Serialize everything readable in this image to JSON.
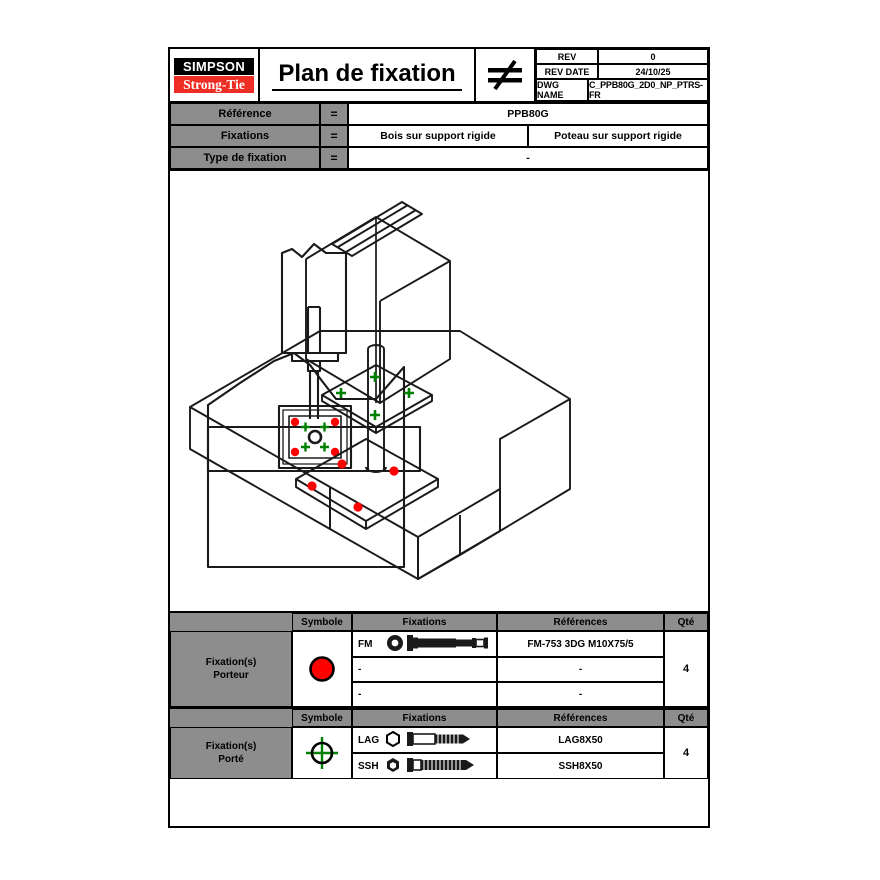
{
  "document": {
    "title": "Plan de fixation",
    "logo": {
      "top": "SIMPSON",
      "bottom": "Strong-Tie",
      "brand_red": "#ee2d24"
    },
    "symbol_icon": "not-equal-icon",
    "revision": {
      "rev_label": "REV",
      "rev_value": "0",
      "rev_date_label": "REV DATE",
      "rev_date_value": "24/10/25",
      "dwg_name_label": "DWG NAME",
      "dwg_name_value": "C_PPB80G_2D0_NP_PTRS-FR"
    }
  },
  "info_rows": [
    {
      "label": "Référence",
      "eq": "=",
      "values": [
        "PPB80G"
      ]
    },
    {
      "label": "Fixations",
      "eq": "=",
      "values": [
        "Bois sur support rigide",
        "Poteau sur support rigide"
      ]
    },
    {
      "label": "Type de fixation",
      "eq": "=",
      "values": [
        "-"
      ]
    }
  ],
  "drawing": {
    "name": "technical-drawing-views",
    "views": [
      "elevation-view",
      "plan-view",
      "isometric-3d-view"
    ],
    "marker_colors": {
      "porteur": "#ff0000",
      "porte": "#008000"
    }
  },
  "fastener_tables": [
    {
      "name": "Fixation(s) Porteur",
      "name_line1": "Fixation(s)",
      "name_line2": "Porteur",
      "symbol": "red-filled-circle",
      "headers": [
        "Symbole",
        "Fixations",
        "Références",
        "Qté"
      ],
      "rows": [
        {
          "code": "FM",
          "icon": "hex-head-bolt-icon",
          "reference": "FM-753 3DG M10X75/5"
        },
        {
          "code": "-",
          "icon": "",
          "reference": "-"
        },
        {
          "code": "-",
          "icon": "",
          "reference": "-"
        }
      ],
      "qty": "4"
    },
    {
      "name": "Fixation(s) Porté",
      "name_line1": "Fixation(s)",
      "name_line2": "Porté",
      "symbol": "green-crosshair-circle",
      "headers": [
        "Symbole",
        "Fixations",
        "Références",
        "Qté"
      ],
      "rows": [
        {
          "code": "LAG",
          "icon": "hex-head-lag-screw-icon",
          "reference": "LAG8X50"
        },
        {
          "code": "SSH",
          "icon": "hex-washer-head-screw-icon",
          "reference": "SSH8X50"
        }
      ],
      "qty": "4"
    }
  ]
}
